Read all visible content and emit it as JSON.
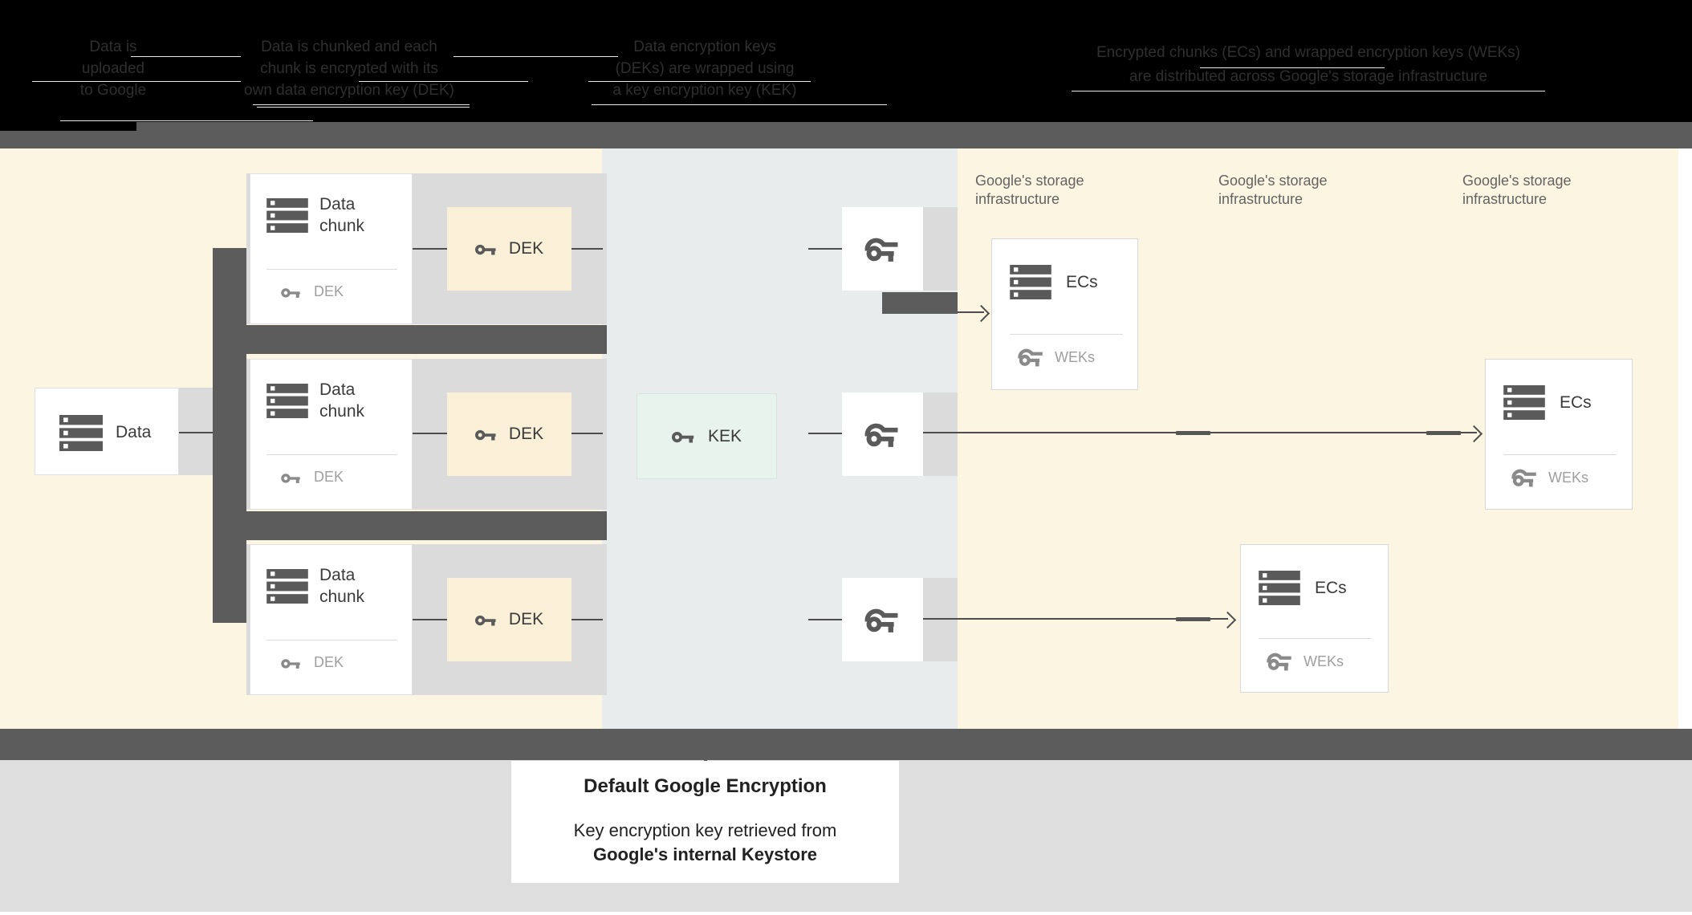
{
  "header": {
    "steps": [
      {
        "lines": [
          "Data is",
          "uploaded",
          "to Google"
        ]
      },
      {
        "lines": [
          "Data is chunked and each",
          "chunk is encrypted with its",
          "own data encryption key (DEK)"
        ]
      },
      {
        "lines": [
          "Data encryption keys",
          "(DEKs) are wrapped using",
          "a key encryption key (KEK)"
        ]
      },
      {
        "lines": [
          "Encrypted chunks (ECs) and wrapped encryption keys (WEKs)",
          "are distributed across Google's storage infrastructure"
        ]
      }
    ]
  },
  "diagram": {
    "data_box": {
      "label": "Data"
    },
    "chunk_rows": [
      {
        "title1": "Data",
        "title2": "chunk",
        "key_label": "DEK",
        "dek_box_label": "DEK"
      },
      {
        "title1": "Data",
        "title2": "chunk",
        "key_label": "DEK",
        "dek_box_label": "DEK"
      },
      {
        "title1": "Data",
        "title2": "chunk",
        "key_label": "DEK",
        "dek_box_label": "DEK"
      }
    ],
    "kek_label": "KEK",
    "storage_labels": [
      {
        "line1": "Google's storage",
        "line2": "infrastructure"
      },
      {
        "line1": "Google's storage",
        "line2": "infrastructure"
      },
      {
        "line1": "Google's storage",
        "line2": "infrastructure"
      }
    ],
    "ec_boxes": [
      {
        "title": "ECs",
        "key_label": "WEKs"
      },
      {
        "title": "ECs",
        "key_label": "WEKs"
      },
      {
        "title": "ECs",
        "key_label": "WEKs"
      }
    ]
  },
  "caption": {
    "title": "Default Google Encryption",
    "line1": "Key encryption key retrieved from",
    "line2": "Google's internal Keystore"
  },
  "colors": {
    "header_bg": "#000000",
    "band_gray": "#5c5c5c",
    "cream": "#fcf5e2",
    "blue_gray": "#e8ecec",
    "panel_gray": "#dbdbdb",
    "bottom_gray": "#dedede",
    "dek_fill": "#faf0d8",
    "kek_fill": "#e7f3ec",
    "icon_gray": "#5a5a5a",
    "muted_text": "#9e9e9e",
    "storage_label_text": "#636363",
    "line": "#4d4d4d"
  }
}
